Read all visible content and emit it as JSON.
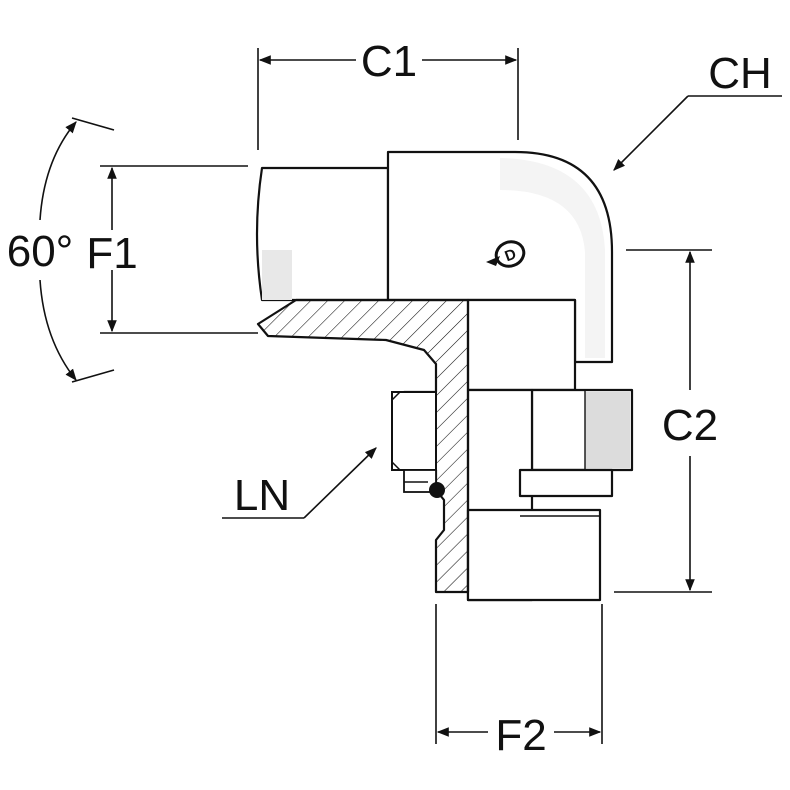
{
  "diagram": {
    "labels": {
      "c1": "C1",
      "ch": "CH",
      "angle": "60°",
      "f1": "F1",
      "c2": "C2",
      "ln": "LN",
      "f2": "F2"
    },
    "logo_text": "D",
    "colors": {
      "line": "#111111",
      "body": "#ffffff",
      "shade": "#e8e8e8"
    }
  }
}
